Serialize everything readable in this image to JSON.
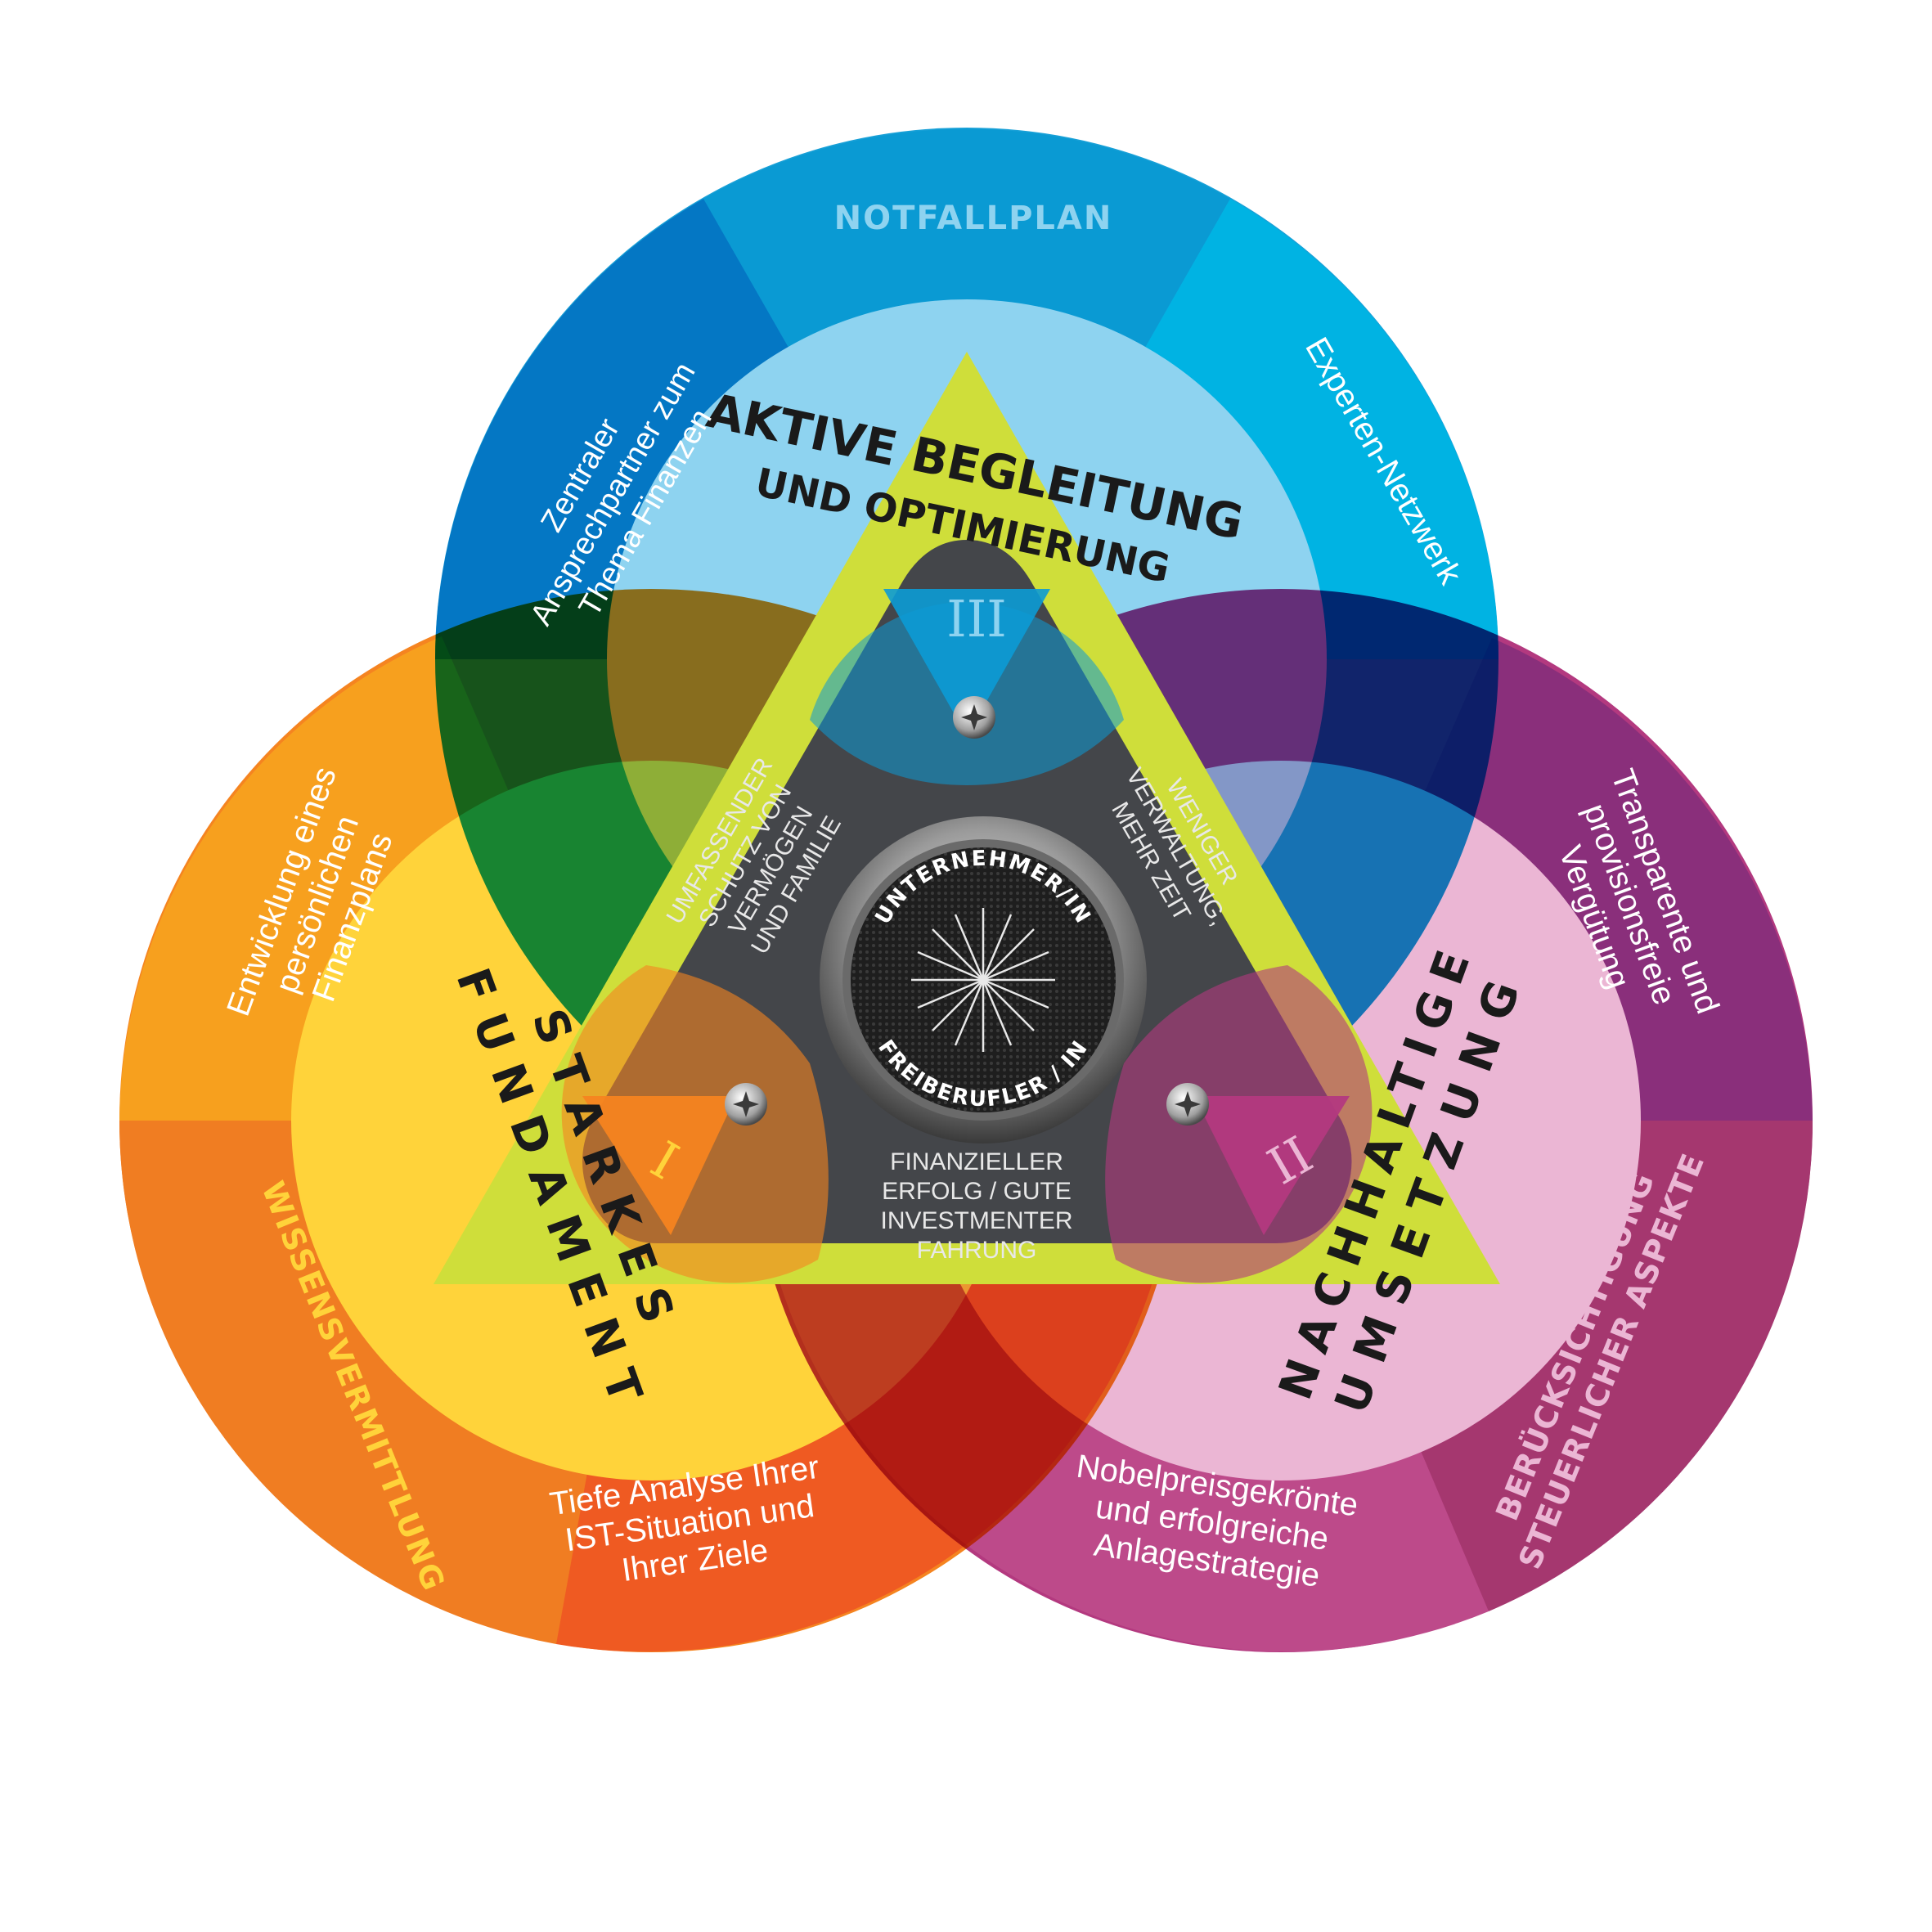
{
  "center": {
    "top": "UNTERNEHMER/IN",
    "bottom": "FREIBERUFLER / IN"
  },
  "stages": {
    "one": {
      "numeral": "I",
      "title_line1": "STARKES",
      "title_line2": "FUNDAMENT"
    },
    "two": {
      "numeral": "II",
      "title_line1": "NACHHALTIGE",
      "title_line2": "UMSETZUNG"
    },
    "three": {
      "numeral": "III",
      "title_line1": "AKTIVE BEGLEITUNG",
      "title_line2": "UND OPTIMIERUNG"
    }
  },
  "benefits": {
    "left": [
      "UMFASSENDER",
      "SCHUTZ VON",
      "VERMÖGEN",
      "UND FAMILIE"
    ],
    "right": [
      "WENIGER",
      "VERWALTUNG,",
      "MEHR ZEIT"
    ],
    "bottom": [
      "FINANZIELLER",
      "ERFOLG / GUTE",
      "INVESTMENTER",
      "FAHRUNG"
    ]
  },
  "segments": {
    "notfallplan": "NOTFALLPLAN",
    "zentraler": [
      "Zentraler",
      "Ansprechpartner zum",
      "Thema Finanzen"
    ],
    "experten": "Experten-Netzwerk",
    "entwicklung": [
      "Entwicklung eines",
      "persönlichen",
      "Finanzplans"
    ],
    "wissen": "WISSENSVERMITTLUNG",
    "tiefe": [
      "Tiefe Analyse Ihrer",
      "IST-Situation und",
      "Ihrer Ziele"
    ],
    "nobel": [
      "Nobelpreisgekrönte",
      "und erfolgreiche",
      "Anlagestrategie"
    ],
    "transparente": [
      "Transparente und",
      "provisionsfreie",
      "Vergütung"
    ],
    "steuer": [
      "BERÜCKSICHTIGUNG",
      "STEUERLICHER ASPEKTE"
    ]
  },
  "colors": {
    "blue_outer": "#0C9BD5",
    "blue_inner": "#8ED3F0",
    "orange_outer": "#F58420",
    "yellow_inner": "#FFD33A",
    "magenta_outer": "#8A2F7B",
    "pink_inner": "#EBB6D4",
    "triangle": "#44464A",
    "lime": "#CFDE3A",
    "yellow_text": "#FFD33A",
    "light_blue_text": "#8ED3F0"
  }
}
